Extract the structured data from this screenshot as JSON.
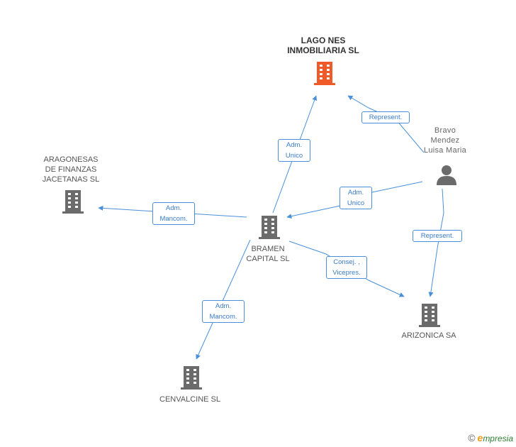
{
  "nodes": {
    "lago": "LAGO NES\nINMOBILIARIA SL",
    "aragonesas": "ARAGONESAS\nDE FINANZAS\nJACETANAS SL",
    "bramen": "BRAMEN\nCAPITAL SL",
    "arizonica": "ARIZONICA SA",
    "cenvalcine": "CENVALCINE SL",
    "bravo": "Bravo\nMendez\nLuisa Maria"
  },
  "edges": {
    "bramen_lago": "Adm.\nUnico",
    "bravo_lago": "Represent.",
    "bravo_bramen": "Adm.\nUnico",
    "bramen_aragonesas": "Adm.\nMancom.",
    "bravo_arizonica": "Represent.",
    "bramen_arizonica": "Consej. ,\nVicepres.",
    "bramen_cenvalcine": "Adm.\nMancom."
  },
  "colors": {
    "edge": "#4a90d9",
    "building": "#6b6b6b",
    "highlight_building": "#f05a28",
    "person": "#6b6b6b"
  },
  "footer": {
    "copyright": "©",
    "brand_e": "e",
    "brand_rest": "mpresia"
  }
}
